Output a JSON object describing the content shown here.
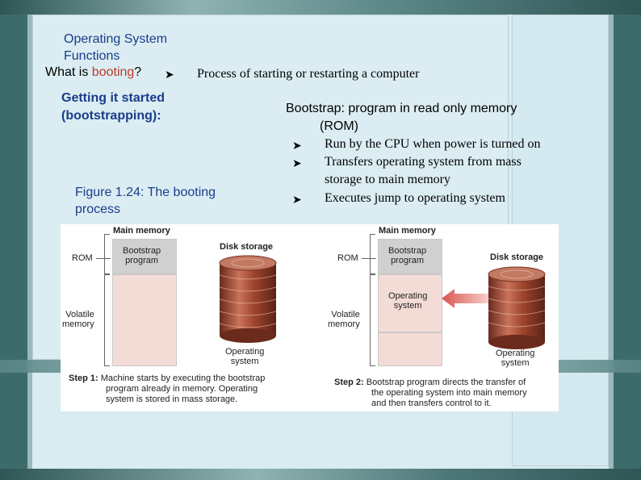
{
  "slide": {
    "title_line1": "Operating System",
    "title_line2": "Functions",
    "question_prefix": "What is ",
    "question_highlight": "booting",
    "question_suffix": "?",
    "answer": "Process of starting or restarting a computer",
    "getting_line1": "Getting it started",
    "getting_line2": "(bootstrapping):",
    "bootstrap_line1": "Bootstrap: program in read only memory",
    "bootstrap_line2": "(ROM)",
    "bullets": [
      "Run by the CPU when power is turned on",
      "Transfers operating system from mass",
      "storage to main memory",
      "Executes jump to operating system"
    ],
    "figure_caption_line1": "Figure 1.24:  The booting",
    "figure_caption_line2": "process"
  },
  "figure": {
    "main_memory": "Main memory",
    "disk_storage": "Disk storage",
    "rom": "ROM",
    "bootstrap_l1": "Bootstrap",
    "bootstrap_l2": "program",
    "volatile_l1": "Volatile",
    "volatile_l2": "memory",
    "os_l1": "Operating",
    "os_l2": "system",
    "step1_label": "Step 1:",
    "step1_l1": "Machine starts by executing the bootstrap",
    "step1_l2": "program already in memory. Operating",
    "step1_l3": "system is stored in mass storage.",
    "step2_label": "Step 2:",
    "step2_l1": "Bootstrap program directs the transfer of",
    "step2_l2": "the operating system into main memory",
    "step2_l3": "and then transfers control to it."
  },
  "colors": {
    "title_blue": "#1a3c8c",
    "highlight_red": "#c0392b",
    "rom_gray": "#d0d0d0",
    "volatile_pink": "#f4dcd6",
    "disk_brown": "#a0452e",
    "arrow_red": "#d9534f"
  },
  "icons": [
    "arrow-bullet-icon",
    "disk-cylinder-icon",
    "transfer-arrow-icon"
  ]
}
